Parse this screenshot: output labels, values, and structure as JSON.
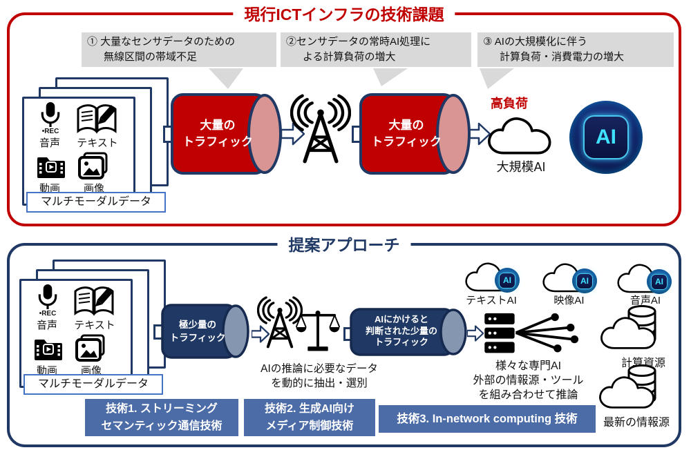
{
  "top_section": {
    "title": "現行ICTインフラの技術課題",
    "callouts": [
      {
        "line1": "① 大量なセンサデータのための",
        "line2": "無線区間の帯域不足"
      },
      {
        "line1": "②センサデータの常時AI処理に",
        "line2": "よる計算負荷の増大"
      },
      {
        "line1": "③ AIの大規模化に伴う",
        "line2": "計算負荷・消費電力の増大"
      }
    ],
    "multimodal_card": {
      "items": [
        {
          "label": "音声",
          "sub": "•REC"
        },
        {
          "label": "テキスト"
        },
        {
          "label": "動画"
        },
        {
          "label": "画像"
        }
      ],
      "caption": "マルチモーダルデータ"
    },
    "cylinder1": {
      "line1": "大量の",
      "line2": "トラフィック"
    },
    "cylinder2": {
      "line1": "大量の",
      "line2": "トラフィック"
    },
    "high_load": "高負荷",
    "large_ai_label": "大規模AI",
    "ai_chip_text": "AI"
  },
  "bottom_section": {
    "title": "提案アプローチ",
    "multimodal_card": {
      "items": [
        {
          "label": "音声",
          "sub": "•REC"
        },
        {
          "label": "テキスト"
        },
        {
          "label": "動画"
        },
        {
          "label": "画像"
        }
      ],
      "caption": "マルチモーダルデータ"
    },
    "cylinder1": {
      "line1": "極少量の",
      "line2": "トラフィック"
    },
    "extraction_note": {
      "line1": "AIの推論に必要なデータ",
      "line2": "を動的に抽出・選別"
    },
    "cylinder2": {
      "line1": "AIにかけると",
      "line2": "判断された少量の",
      "line3": "トラフィック"
    },
    "inference_note": {
      "line1": "様々な専門AI",
      "line2": "外部の情報源・ツール",
      "line3": "を組み合わせて推論"
    },
    "ai_clouds": [
      {
        "label": "テキストAI",
        "badge": "AI"
      },
      {
        "label": "映像AI",
        "badge": "AI"
      },
      {
        "label": "音声AI",
        "badge": "AI"
      }
    ],
    "resources": [
      {
        "label": "計算資源"
      },
      {
        "label": "最新の情報源"
      }
    ],
    "tech_boxes": [
      {
        "line1": "技術1. ストリーミング",
        "line2": "セマンティック通信技術"
      },
      {
        "line1": "技術2. 生成AI向け",
        "line2": "メディア制御技術"
      },
      {
        "line1": "技術3. In-network computing  技術",
        "line2": ""
      }
    ]
  },
  "colors": {
    "red": "#C00000",
    "navy": "#1F3864",
    "tech_blue": "#4C6CA8",
    "callout_gray": "#D9D9D9",
    "caption_border": "#4472C4",
    "cylinder_red_face": "#D99594",
    "cylinder_navy_face": "#8496B0",
    "ai_cyan": "#3FE3FF"
  }
}
